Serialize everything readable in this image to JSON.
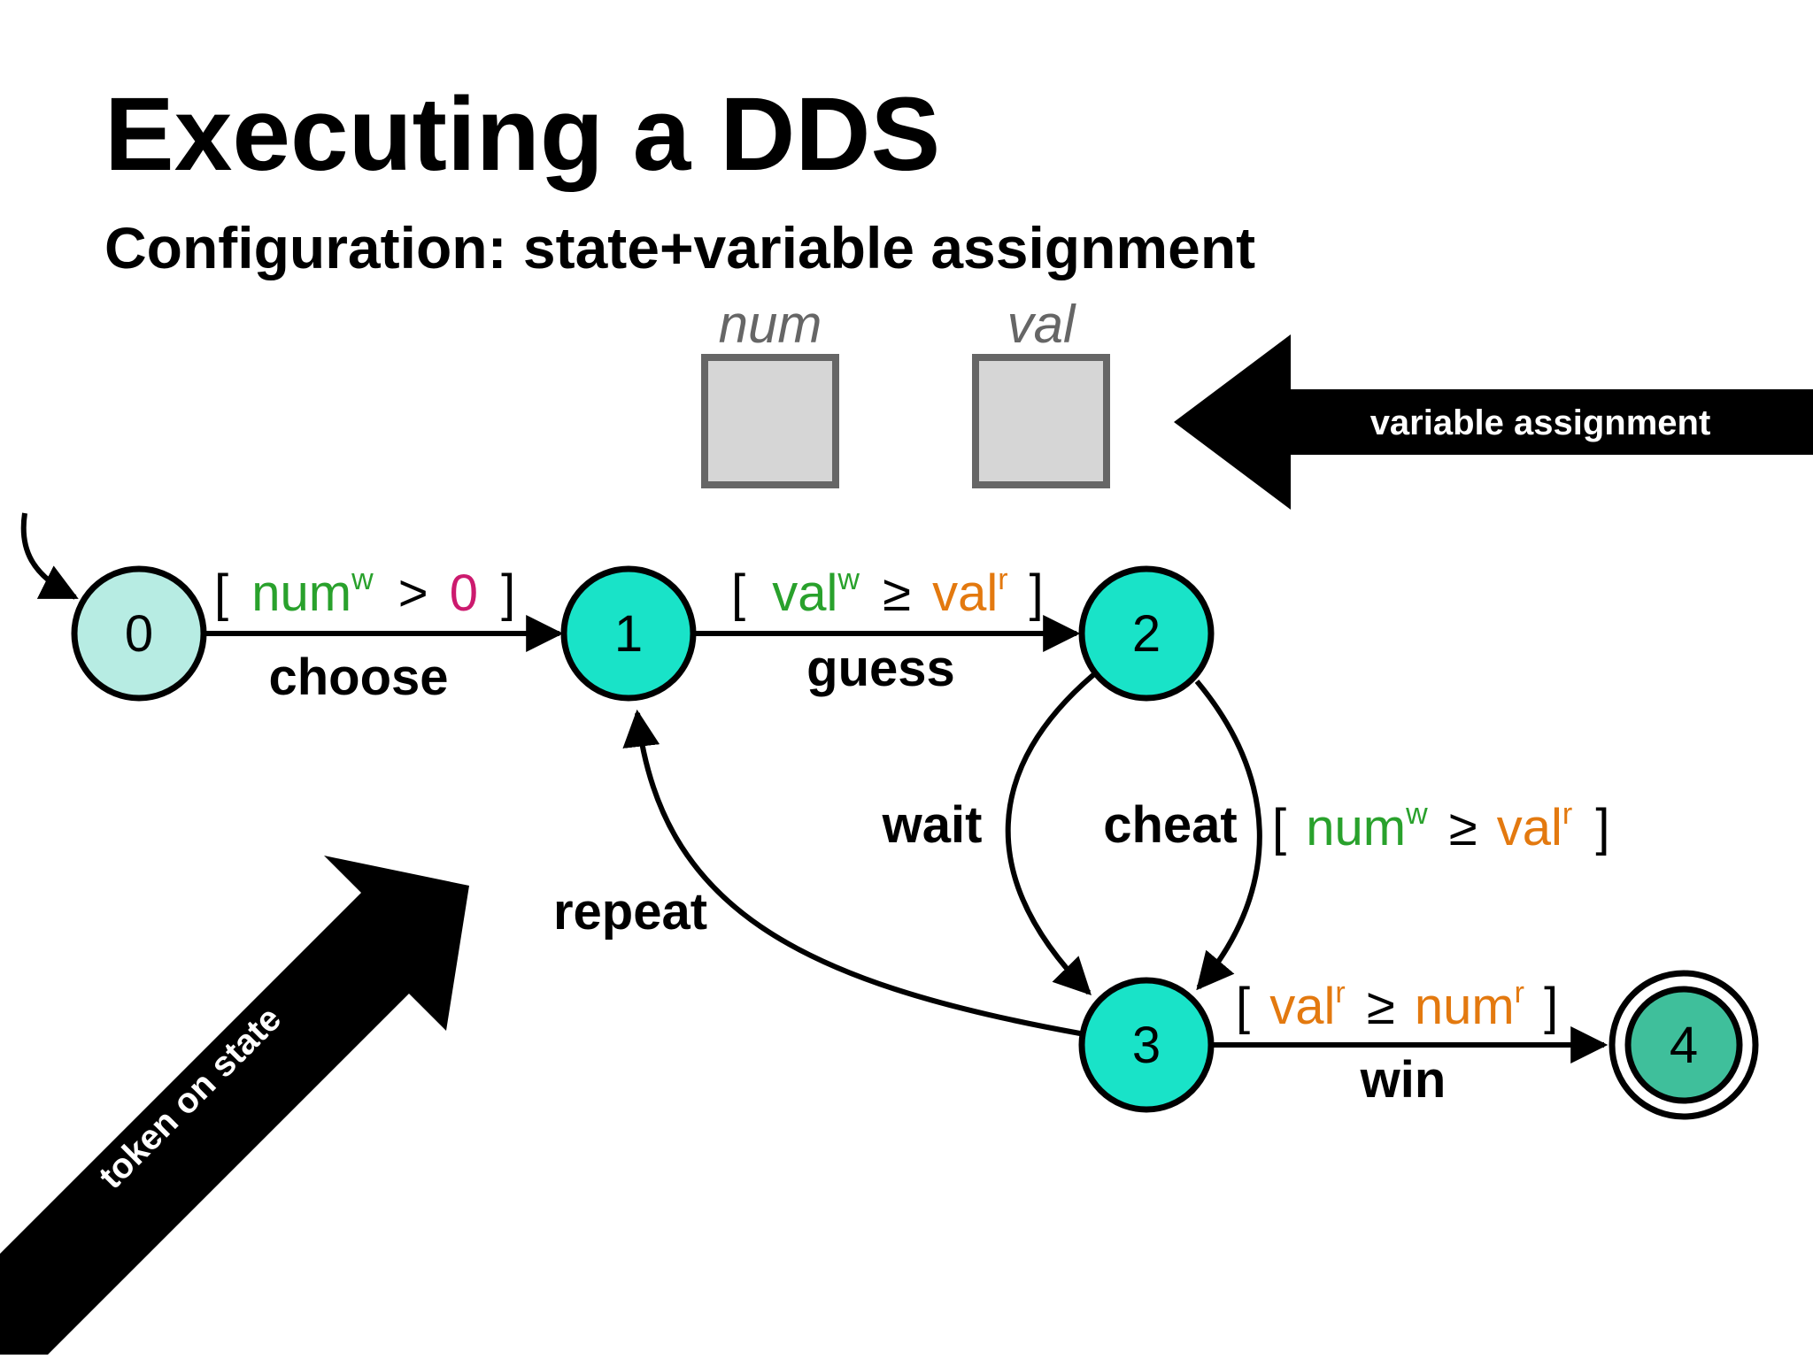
{
  "title": "Executing a DDS",
  "subtitle": "Configuration: state+variable assignment",
  "variables": [
    {
      "name": "num"
    },
    {
      "name": "val"
    }
  ],
  "callouts": {
    "variable_assignment": "variable assignment",
    "token_on_state": "token on state"
  },
  "states": [
    {
      "id": "0",
      "label": "0",
      "color": "#b7ece3"
    },
    {
      "id": "1",
      "label": "1",
      "color": "#19e3c8"
    },
    {
      "id": "2",
      "label": "2",
      "color": "#19e3c8"
    },
    {
      "id": "3",
      "label": "3",
      "color": "#19e3c8"
    },
    {
      "id": "4",
      "label": "4",
      "color": "#3fbf9b",
      "accepting": true
    }
  ],
  "transitions": {
    "choose": {
      "label": "choose",
      "guard": {
        "open": "[",
        "lhs": "num",
        "lhs_sup": "w",
        "op": ">",
        "rhs": "0",
        "close": "]"
      }
    },
    "guess": {
      "label": "guess",
      "guard": {
        "open": "[",
        "lhs": "val",
        "lhs_sup": "w",
        "op": "≥",
        "rhs": "val",
        "rhs_sup": "r",
        "close": "]"
      }
    },
    "wait": {
      "label": "wait"
    },
    "cheat": {
      "label": "cheat",
      "guard": {
        "open": "[",
        "lhs": "num",
        "lhs_sup": "w",
        "op": "≥",
        "rhs": "val",
        "rhs_sup": "r",
        "close": "]"
      }
    },
    "repeat": {
      "label": "repeat"
    },
    "win": {
      "label": "win",
      "guard": {
        "open": "[",
        "lhs": "val",
        "lhs_sup": "r",
        "op": "≥",
        "rhs": "num",
        "rhs_sup": "r",
        "close": "]"
      }
    }
  },
  "colors": {
    "write_var": "#29a12c",
    "read_var": "#e3790f",
    "constant": "#cc1a6e",
    "var_box_fill": "#d6d6d6",
    "var_box_stroke": "#666666"
  }
}
